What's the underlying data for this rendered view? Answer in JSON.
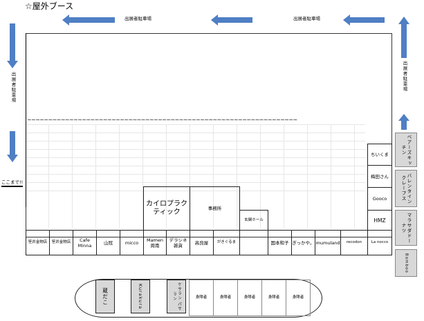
{
  "title": "☆屋外ブース",
  "parking_top_left": "出展者駐車場",
  "parking_top_right": "出展者駐車場",
  "parking_left_vertical": "出展者駐車場",
  "parking_right_vertical": "出展者駐車場",
  "koko_made": "ここまで!!",
  "wavy_line": "~~~~~~~~~~~~~~~~~~~~~~~~~~~~~~~~~~~~~~~~~~~~~~~~~~~~~~~~~~~~~~~~",
  "booths": {
    "kairo": "カイロプラクティック",
    "jimusho": "事務所",
    "genkan": "玄関ホール",
    "chiikuma": "ちいくま",
    "umeda": "梅田さん",
    "gooco": "Gooco",
    "hmz": "HMZ"
  },
  "bottom_row": [
    "笹井金物店",
    "笹井金物店",
    "Cafe Minna",
    "山冠",
    "micco",
    "Mamen 周南",
    "デラシネ 雑貨",
    "高良屋",
    "がきぐるま",
    "",
    "国本和子",
    "ぎっかや。",
    "mumuland",
    "recodon",
    "La nocco"
  ],
  "right_side": [
    "ベアーズキッチン",
    "バレンタインクレープス",
    "マラサダドーナツ",
    "Bamboo"
  ],
  "lower_booths": [
    "蔵だこ",
    "Kurakura",
    "ケサラン パサラン",
    "身障者",
    "身障者",
    "身障者",
    "身障者",
    "身障者"
  ]
}
